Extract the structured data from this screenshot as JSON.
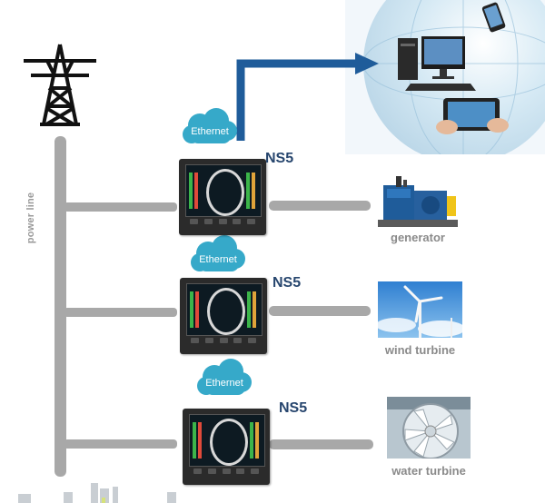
{
  "power_line_label": "power line",
  "meters": [
    {
      "model": "NS5",
      "network": "Ethernet"
    },
    {
      "model": "NS5",
      "network": "Ethernet"
    },
    {
      "model": "NS5",
      "network": "Ethernet"
    }
  ],
  "devices": [
    {
      "label": "generator"
    },
    {
      "label": "wind turbine"
    },
    {
      "label": "water turbine"
    }
  ],
  "colors": {
    "cloud": "#36a9c9",
    "arrow": "#1f5c9a",
    "model_label": "#27466e",
    "line": "#a8a8a8"
  }
}
